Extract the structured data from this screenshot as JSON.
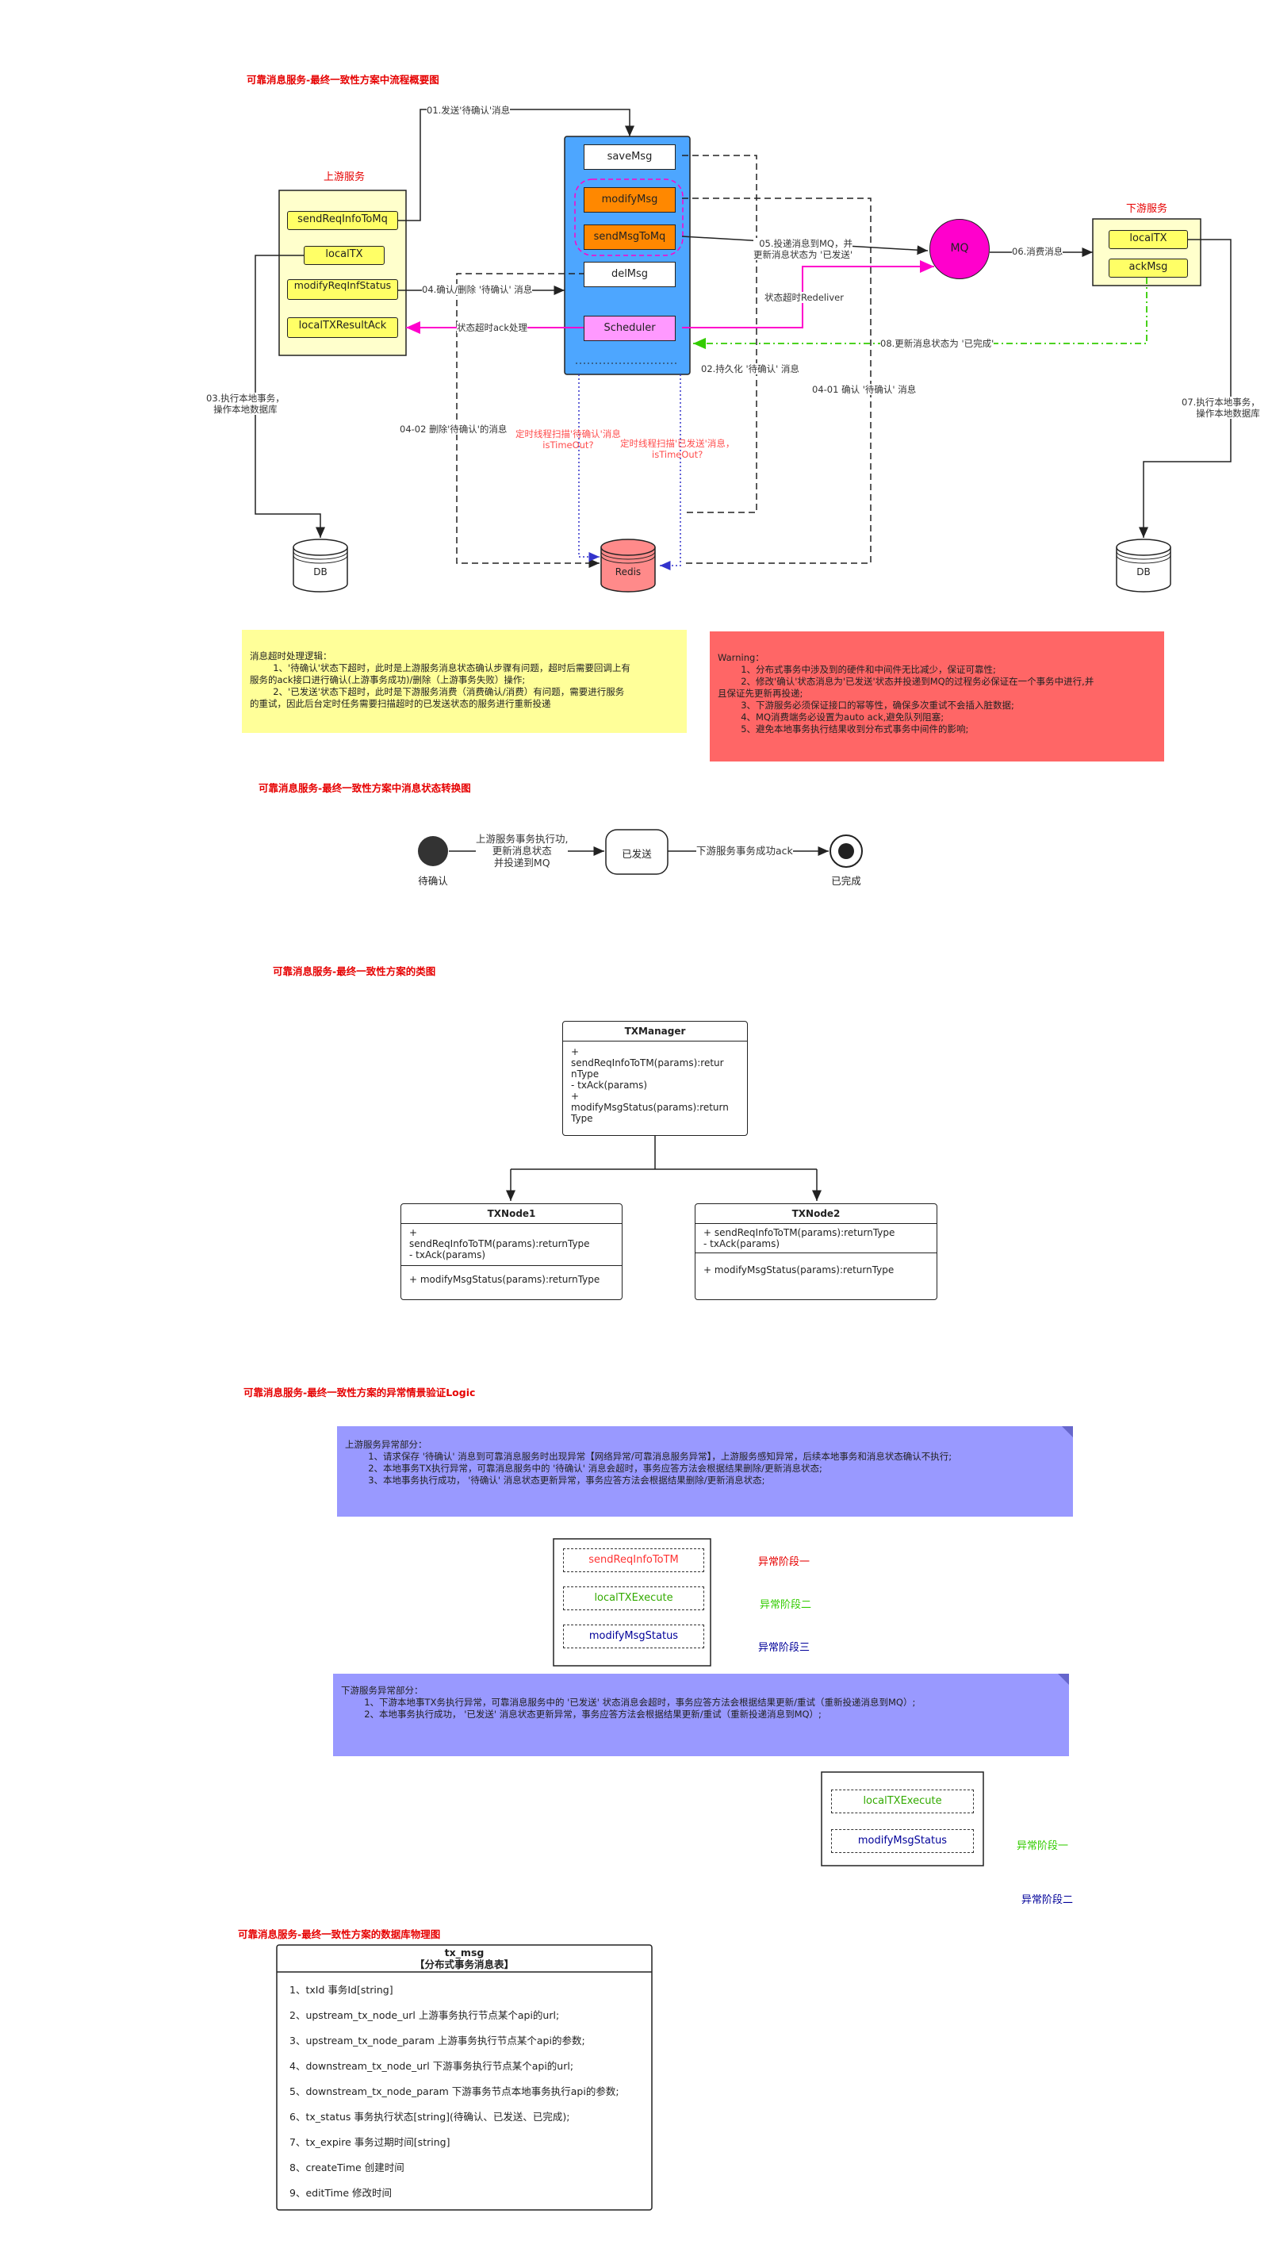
{
  "colors": {
    "red_title": "#e60000",
    "yellow_btn": "#ffff66",
    "yellow_box": "#ffffcc",
    "blue_panel": "#4da6ff",
    "orange": "#ff8800",
    "magenta": "#ff00cc",
    "green": "#33cc00",
    "note_yellow": "#ffff99",
    "note_red": "#ff6666",
    "note_purple": "#9999ff"
  },
  "section1": {
    "title": "可靠消息服务-最终一致性方案中流程概要图",
    "upstream_label": "上游服务",
    "downstream_label": "下游服务",
    "upstream_buttons": [
      "sendReqInfoToMq",
      "localTX",
      "modifyReqInfStatus",
      "localTXResultAck"
    ],
    "center_boxes": {
      "saveMsg": "saveMsg",
      "modifyMsg": "modifyMsg",
      "sendMsgToMq": "sendMsgToMq",
      "delMsg": "delMsg",
      "scheduler": "Scheduler"
    },
    "mq": "MQ",
    "downstream_buttons": [
      "localTX",
      "ackMsg"
    ],
    "db_left": "DB",
    "db_right": "DB",
    "redis": "Redis",
    "labels": {
      "l01": "01.发送'待确认'消息",
      "l02": "02.持久化 '待确认' 消息",
      "l03": "03.执行本地事务，\n操作本地数据库",
      "l04": "04.确认/删除 '待确认' 消息",
      "l0401": "04-01 确认 '待确认' 消息",
      "l0402": "04-02 删除'待确认'的消息",
      "l05": "05.投递消息到MQ，并\n更新消息状态为 '已发送'",
      "l06": "06.消费消息",
      "l07": "07.执行本地事务，\n操作本地数据库",
      "l08": "08.更新消息状态为 '已完成'",
      "redeliver": "状态超时Redeliver",
      "ackhandle": "状态超时ack处理",
      "scan1": "定时线程扫描'待确认'消息\nisTimeOut?",
      "scan2": "定时线程扫描'已发送'消息，\nisTimeOut?"
    }
  },
  "note_timeout": {
    "lines": [
      "消息超时处理逻辑：",
      "        1、'待确认'状态下超时，此时是上游服务消息状态确认步骤有问题，超时后需要回调上有",
      "服务的ack接口进行确认(上游事务成功)/删除（上游事务失败）操作;",
      "        2、'已发送'状态下超时，此时是下游服务消费（消费确认/消费）有问题，需要进行服务",
      "的重试，因此后台定时任务需要扫描超时的已发送状态的服务进行重新投递"
    ]
  },
  "note_warning": {
    "lines": [
      "Warning：",
      "        1、分布式事务中涉及到的硬件和中间件无比减少，保证可靠性;",
      "        2、修改'确认'状态消息为'已发送'状态并投递到MQ的过程务必保证在一个事务中进行,并",
      "且保证先更新再投递;",
      "        3、下游服务必须保证接口的幂等性，确保多次重试不会插入脏数据;",
      "        4、MQ消费端务必设置为auto ack,避免队列阻塞;",
      "        5、避免本地事务执行结果收到分布式事务中间件的影响;"
    ]
  },
  "section2": {
    "title": "可靠消息服务-最终一致性方案中消息状态转换图",
    "state_pending": "待确认",
    "state_sent": "已发送",
    "state_done": "已完成",
    "t1": "上游服务事务执行功,\n更新消息状态\n并投递到MQ",
    "t2": "下游服务事务成功ack"
  },
  "section3": {
    "title": "可靠消息服务-最终一致性方案的类图",
    "manager": {
      "name": "TXManager",
      "attrs": [
        "+",
        "sendReqInfoToTM(params):retur",
        "nType",
        "- txAck(params)",
        "+",
        "modifyMsgStatus(params):return",
        "Type"
      ]
    },
    "node1": {
      "name": "TXNode1",
      "attrs": [
        "+",
        "sendReqInfoToTM(params):returnType",
        "- txAck(params)"
      ],
      "ops": [
        "+ modifyMsgStatus(params):returnType"
      ]
    },
    "node2": {
      "name": "TXNode2",
      "attrs": [
        "+ sendReqInfoToTM(params):returnType",
        "- txAck(params)"
      ],
      "ops": [
        "+ modifyMsgStatus(params):returnType"
      ]
    }
  },
  "section4": {
    "title": "可靠消息服务-最终一致性方案的异常情景验证Logic",
    "up_note": [
      "上游服务异常部分：",
      "        1、请求保存 '待确认' 消息到可靠消息服务时出现异常【网络异常/可靠消息服务异常】，上游服务感知异常，后续本地事务和消息状态确认不执行;",
      "        2、本地事务TX执行异常，可靠消息服务中的 '待确认' 消息会超时，事务应答方法会根据结果删除/更新消息状态;",
      "        3、本地事务执行成功， '待确认' 消息状态更新异常，事务应答方法会根据结果删除/更新消息状态;"
    ],
    "up_steps": [
      "sendReqInfoToTM",
      "localTXExecute",
      "modifyMsgStatus"
    ],
    "up_phases": [
      "异常阶段一",
      "异常阶段二",
      "异常阶段三"
    ],
    "down_note": [
      "下游服务异常部分：",
      "        1、下游本地事TX务执行异常，可靠消息服务中的 '已发送' 状态消息会超时，事务应答方法会根据结果更新/重试（重新投递消息到MQ）;",
      "        2、本地事务执行成功， '已发送' 消息状态更新异常，事务应答方法会根据结果更新/重试（重新投递消息到MQ）;"
    ],
    "down_steps": [
      "localTXExecute",
      "modifyMsgStatus"
    ],
    "down_phases": [
      "异常阶段一",
      "异常阶段二"
    ]
  },
  "section5": {
    "title": "可靠消息服务-最终一致性方案的数据库物理图",
    "table_name": "tx_msg",
    "table_caption": "【分布式事务消息表】",
    "fields": [
      "1、txId  事务Id[string]",
      "2、upstream_tx_node_url  上游事务执行节点某个api的url;",
      "3、upstream_tx_node_param  上游事务执行节点某个api的参数;",
      "4、downstream_tx_node_url 下游事务执行节点某个api的url;",
      "5、downstream_tx_node_param 下游事务节点本地事务执行api的参数;",
      "6、tx_status 事务执行状态[string](待确认、已发送、已完成);",
      "7、tx_expire 事务过期时间[string]",
      "8、createTime 创建时间",
      "9、editTime 修改时间"
    ]
  }
}
